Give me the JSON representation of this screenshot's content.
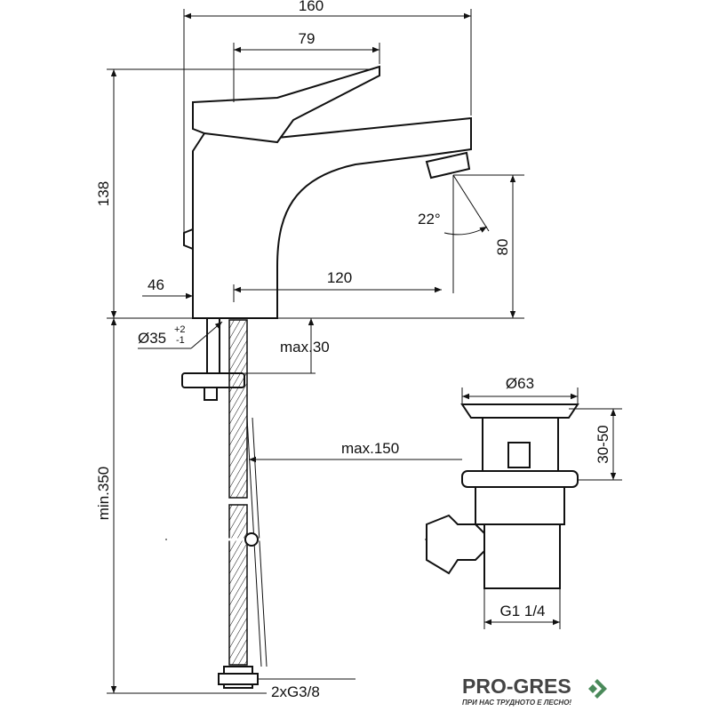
{
  "dimensions": {
    "width_total": "160",
    "lever": "79",
    "height_total": "138",
    "spout_height": "80",
    "spout_angle": "22°",
    "base_offset": "46",
    "spout_reach": "120",
    "hole_diameter": "Ø35",
    "tol_plus": "+2",
    "tol_minus": "-1",
    "deck_thickness": "max.30",
    "pipe_length": "min.350",
    "rod_distance": "max.150",
    "waste_diameter": "Ø63",
    "waste_height": "30-50",
    "waste_thread": "G1 1/4",
    "hose_thread": "2xG3/8"
  },
  "logo": {
    "name": "PRO-GRES",
    "tagline": "ПРИ НАС ТРУДНОТО Е ЛЕСНО!",
    "color": "#4a8a5a"
  }
}
